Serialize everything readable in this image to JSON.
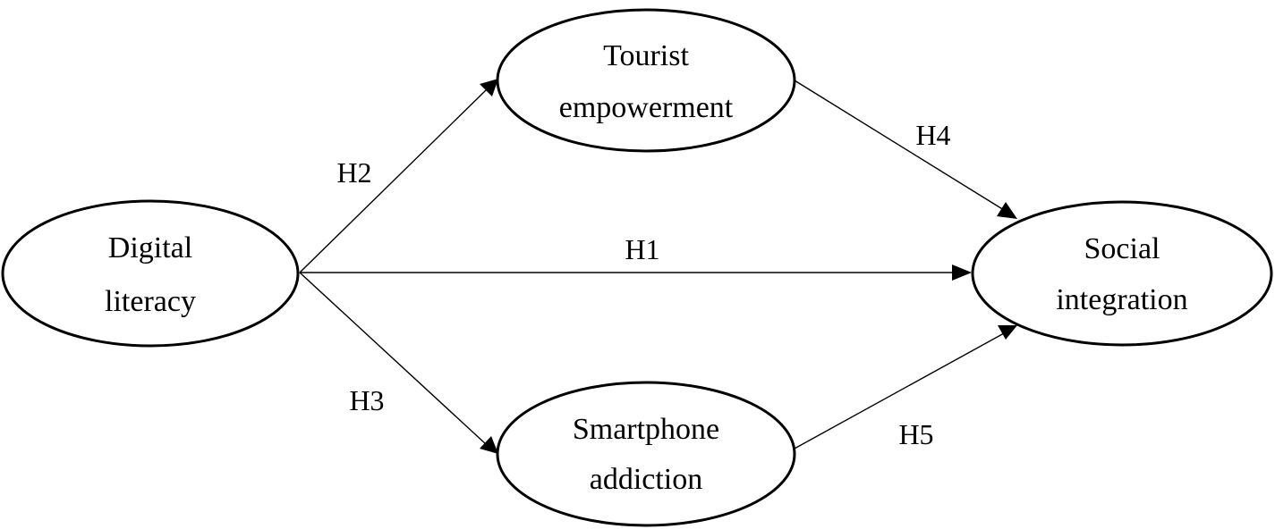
{
  "nodes": {
    "digital_literacy": {
      "line1": "Digital",
      "line2": "literacy"
    },
    "tourist_empowerment": {
      "line1": "Tourist",
      "line2": "empowerment"
    },
    "smartphone_addiction": {
      "line1": "Smartphone",
      "line2": "addiction"
    },
    "social_integration": {
      "line1": "Social",
      "line2": "integration"
    }
  },
  "edges": {
    "h1": {
      "label": "H1",
      "from": "Digital literacy",
      "to": "Social integration"
    },
    "h2": {
      "label": "H2",
      "from": "Digital literacy",
      "to": "Tourist empowerment"
    },
    "h3": {
      "label": "H3",
      "from": "Digital literacy",
      "to": "Smartphone addiction"
    },
    "h4": {
      "label": "H4",
      "from": "Tourist empowerment",
      "to": "Social integration"
    },
    "h5": {
      "label": "H5",
      "from": "Smartphone addiction",
      "to": "Social integration"
    }
  },
  "colors": {
    "stroke": "#000000",
    "background": "#ffffff"
  }
}
